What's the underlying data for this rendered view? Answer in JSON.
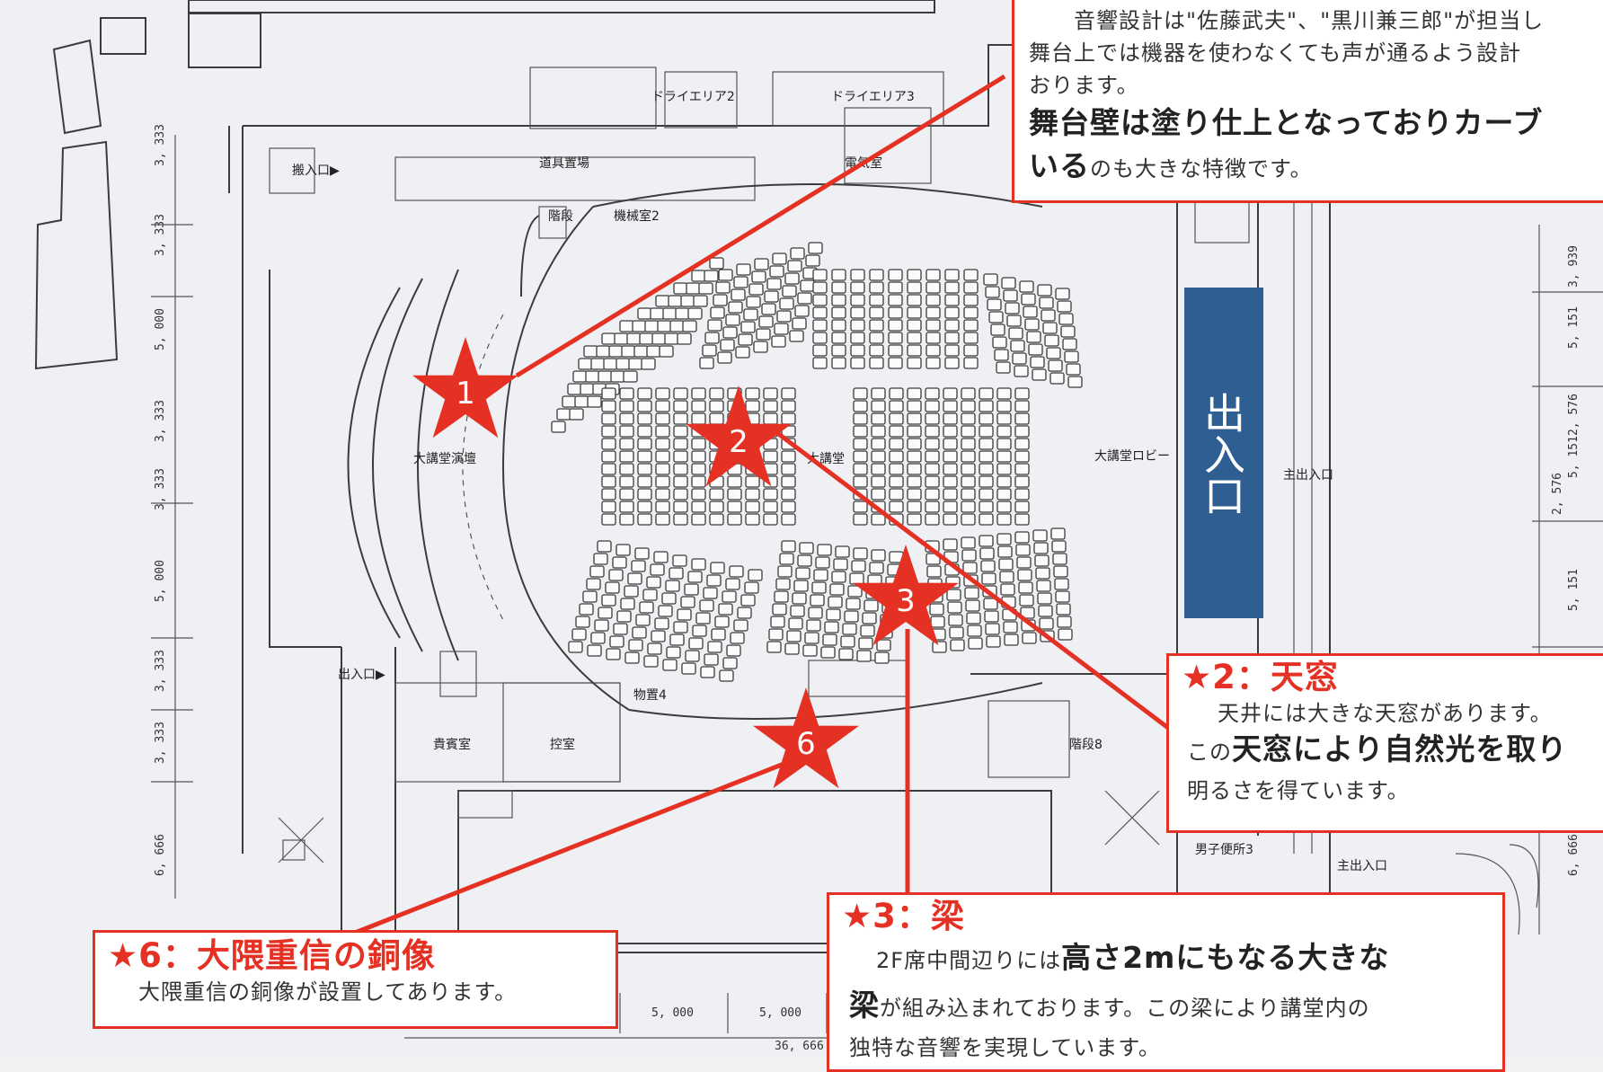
{
  "markers": [
    "1",
    "2",
    "3",
    "6"
  ],
  "entrance": {
    "label": "出入口",
    "color": "#2f5f92"
  },
  "accent_color": "#e53124",
  "rooms": {
    "dry_area_2": "ドライエリア2",
    "dry_area_3": "ドライエリア3",
    "prop_storage": "道具置場",
    "power_room": "電気室",
    "machine_room_2": "機械室2",
    "stairs": "階段",
    "load_entrance": "搬入口▶",
    "stage": "大講堂演壇",
    "auditorium": "大講堂",
    "lobby": "大講堂ロビー",
    "main_entrance": "主出入口",
    "exit": "出入口▶",
    "storage_4": "物置4",
    "vip_room": "貴賓室",
    "waiting_room": "控室",
    "stairs_8": "階段8",
    "mens_toilet": "男子便所3",
    "main_entrance_2": "主出入口"
  },
  "dimensions": {
    "left": [
      "3, 333",
      "3, 333",
      "5, 000",
      "3, 333",
      "3, 333",
      "5, 000",
      "3, 333",
      "3, 333",
      "6, 666"
    ],
    "right": [
      "3, 939",
      "5, 151",
      "2, 576",
      "5, 151",
      "2, 576",
      "5, 151",
      "6, 666"
    ],
    "bottom": [
      "5, 000",
      "5, 000",
      "36, 666"
    ]
  },
  "callouts": {
    "top": {
      "line1": "音響設計は\"佐藤武夫\"、\"黒川兼三郎\"が担当し",
      "line2": "舞台上では機器を使わなくても声が通るよう設計",
      "line3": "おります。",
      "bold1": "舞台壁は塗り仕上となっておりカーブ",
      "bold2": "いる",
      "tail": "のも大きな特徴です。"
    },
    "skylight": {
      "title": "★2：天窓",
      "line1": "天井には大きな天窓があります。",
      "pre": "この",
      "bold": "天窓により自然光を取り",
      "line3": "明るさを得ています。"
    },
    "beam": {
      "title": "★3：梁",
      "pre": "2F席中間辺りには",
      "bold1": "高さ2mにもなる大きな",
      "bold2": "梁",
      "line2": "が組み込まれております。この梁により講堂内の",
      "line3": "独特な音響を実現しています。"
    },
    "statue": {
      "title": "★6：大隈重信の銅像",
      "line1": "大隈重信の銅像が設置してあります。"
    }
  }
}
